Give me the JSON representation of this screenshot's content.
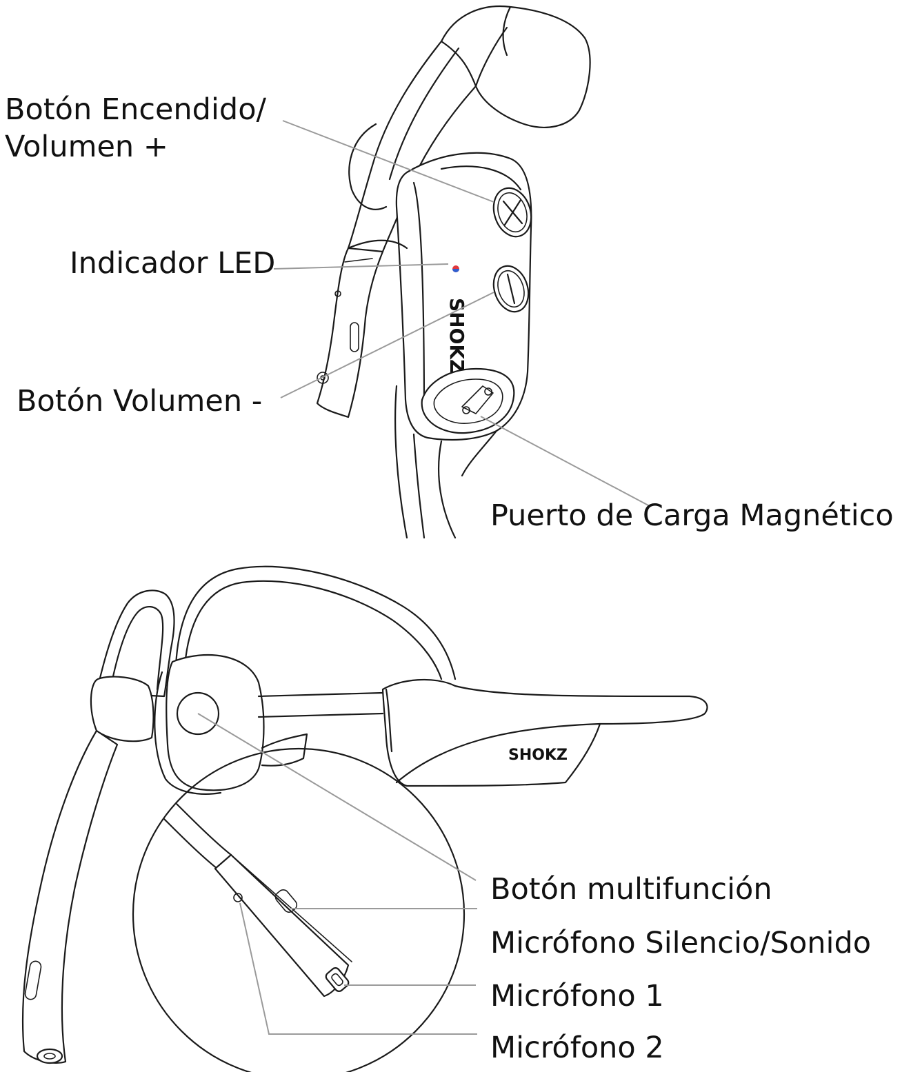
{
  "labels": {
    "power_volume_up_line1": "Botón Encendido/",
    "power_volume_up_line2": "Volumen +",
    "led_indicator": "Indicador LED",
    "volume_down": "Botón Volumen -",
    "magnetic_charging_port": "Puerto de Carga Magnético",
    "multifunction_button": "Botón multifunción",
    "mic_mute_unmute": "Micrófono Silencio/Sonido",
    "microphone_1": "Micrófono 1",
    "microphone_2": "Micrófono 2"
  },
  "brand": {
    "logo_text": "SHOKZ"
  },
  "colors": {
    "led_red": "#e0393e",
    "led_blue": "#2f5fd0",
    "leader_line": "#9a9a9a",
    "ink": "#1a1a1a"
  }
}
